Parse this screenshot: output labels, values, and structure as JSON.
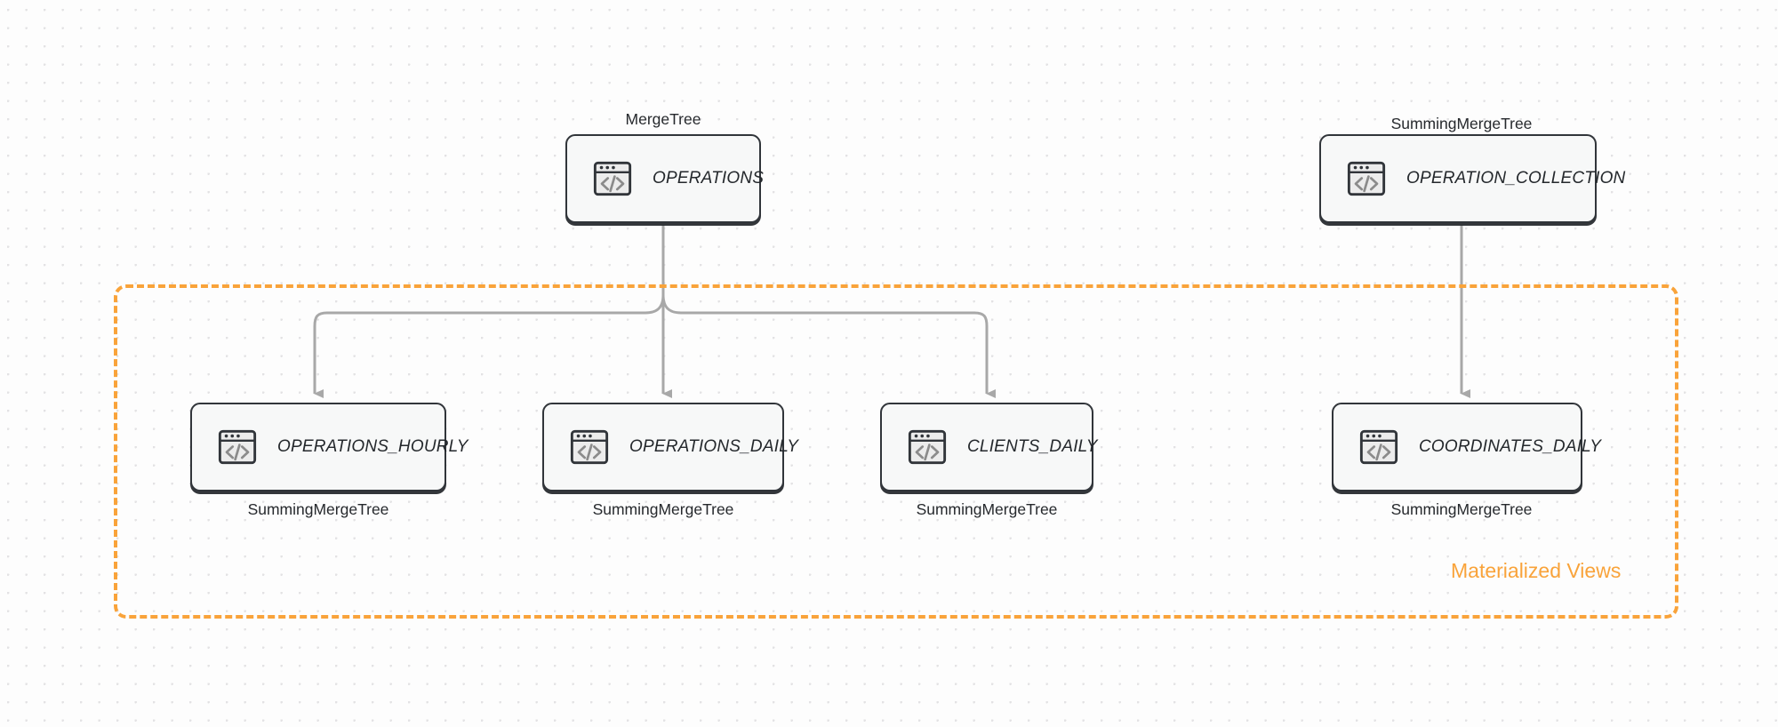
{
  "diagram": {
    "title": "ClickHouse table and materialized view topology",
    "background_color": "#fdfdfd",
    "accent_color": "#f9a33a",
    "edge_color": "#a8a8a8",
    "node_border_color": "#31353a",
    "node_fill_color": "#f7f8f8"
  },
  "group": {
    "label": "Materialized Views",
    "color": "#f9a33a"
  },
  "nodes": [
    {
      "id": "operations",
      "label": "OPERATIONS",
      "engine": "MergeTree",
      "engine_position": "above",
      "icon": "code-window-icon"
    },
    {
      "id": "operation_collection",
      "label": "OPERATION_COLLECTION",
      "engine": "SummingMergeTree",
      "engine_position": "above",
      "icon": "code-window-icon"
    },
    {
      "id": "operations_hourly",
      "label": "OPERATIONS_HOURLY",
      "engine": "SummingMergeTree",
      "engine_position": "below",
      "icon": "code-window-icon"
    },
    {
      "id": "operations_daily",
      "label": "OPERATIONS_DAILY",
      "engine": "SummingMergeTree",
      "engine_position": "below",
      "icon": "code-window-icon"
    },
    {
      "id": "clients_daily",
      "label": "CLIENTS_DAILY",
      "engine": "SummingMergeTree",
      "engine_position": "below",
      "icon": "code-window-icon"
    },
    {
      "id": "coordinates_daily",
      "label": "COORDINATES_DAILY",
      "engine": "SummingMergeTree",
      "engine_position": "below",
      "icon": "code-window-icon"
    }
  ],
  "edges": [
    {
      "from": "operations",
      "to": "operations_hourly"
    },
    {
      "from": "operations",
      "to": "operations_daily"
    },
    {
      "from": "operations",
      "to": "clients_daily"
    },
    {
      "from": "operation_collection",
      "to": "coordinates_daily"
    }
  ]
}
